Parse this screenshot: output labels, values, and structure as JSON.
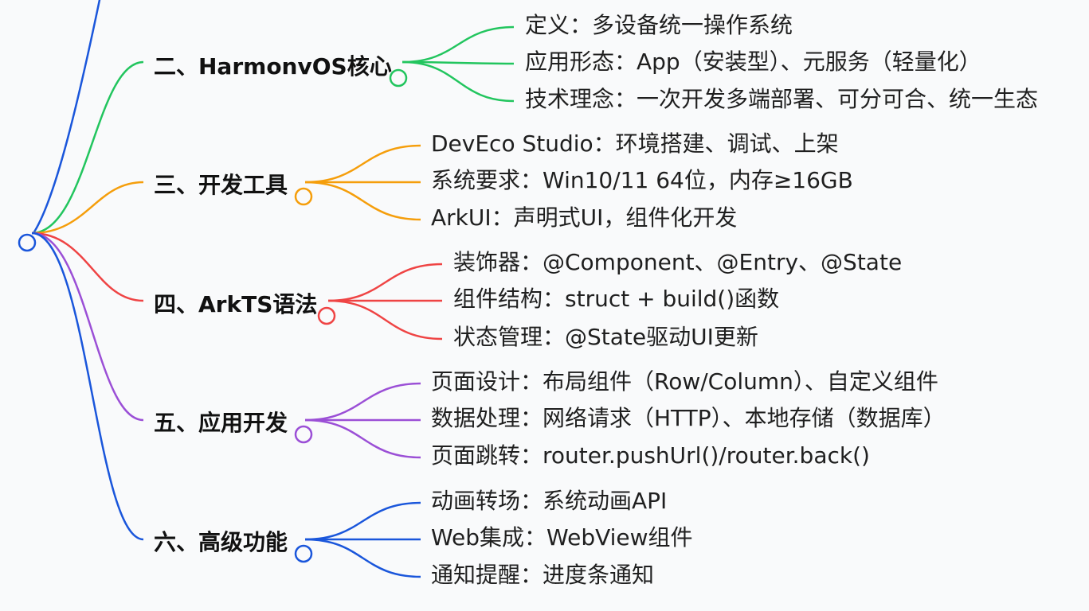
{
  "colors": {
    "background": "#f9fafb",
    "root": "#1a56db",
    "branch2": "#22c55e",
    "branch3": "#f59e0b",
    "branch4": "#ef4444",
    "branch5": "#9b4fd6",
    "branch6": "#1a56db"
  },
  "branches": [
    {
      "label": "二、HarmonvOS核心",
      "color_key": "branch2",
      "leaves": [
        "定义：多设备统一操作系统",
        "应用形态：App（安装型）、元服务（轻量化）",
        "技术理念：一次开发多端部署、可分可合、统一生态"
      ]
    },
    {
      "label": "三、开发工具",
      "color_key": "branch3",
      "leaves": [
        "DevEco Studio：环境搭建、调试、上架",
        "系统要求：Win10/11 64位，内存≥16GB",
        "ArkUI：声明式UI，组件化开发"
      ]
    },
    {
      "label": "四、ArkTS语法",
      "color_key": "branch4",
      "leaves": [
        "装饰器：@Component、@Entry、@State",
        "组件结构：struct + build()函数",
        "状态管理：@State驱动UI更新"
      ]
    },
    {
      "label": "五、应用开发",
      "color_key": "branch5",
      "leaves": [
        "页面设计：布局组件（Row/Column）、自定义组件",
        "数据处理：网络请求（HTTP）、本地存储（数据库）",
        "页面跳转：router.pushUrl()/router.back()"
      ]
    },
    {
      "label": "六、高级功能",
      "color_key": "branch6",
      "leaves": [
        "动画转场：系统动画API",
        "Web集成：WebView组件",
        "通知提醒：进度条通知"
      ]
    }
  ]
}
